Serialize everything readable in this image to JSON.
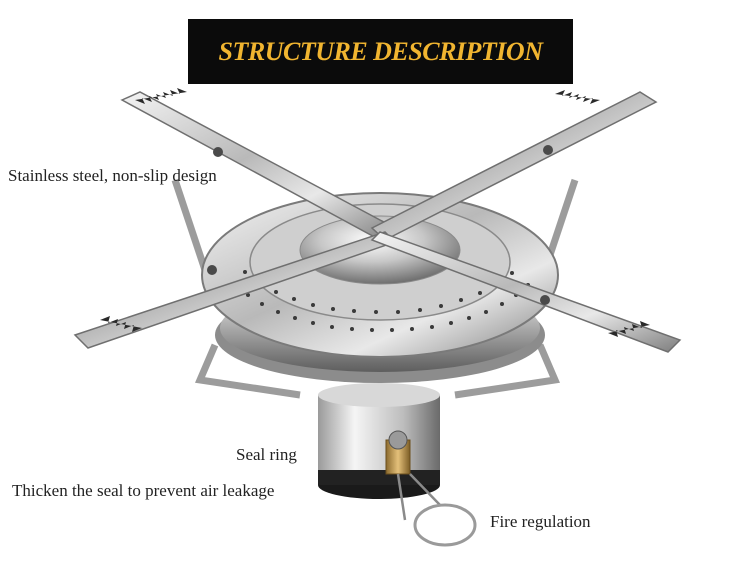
{
  "title": "STRUCTURE DESCRIPTION",
  "labels": {
    "steel": "Stainless steel, non-slip design",
    "seal_ring": "Seal ring",
    "thicken": "Thicken the seal to prevent air leakage",
    "fire": "Fire regulation"
  },
  "colors": {
    "banner_bg": "#0b0b0b",
    "title_text": "#f1b530",
    "valve_brass": "#c9a15a"
  }
}
